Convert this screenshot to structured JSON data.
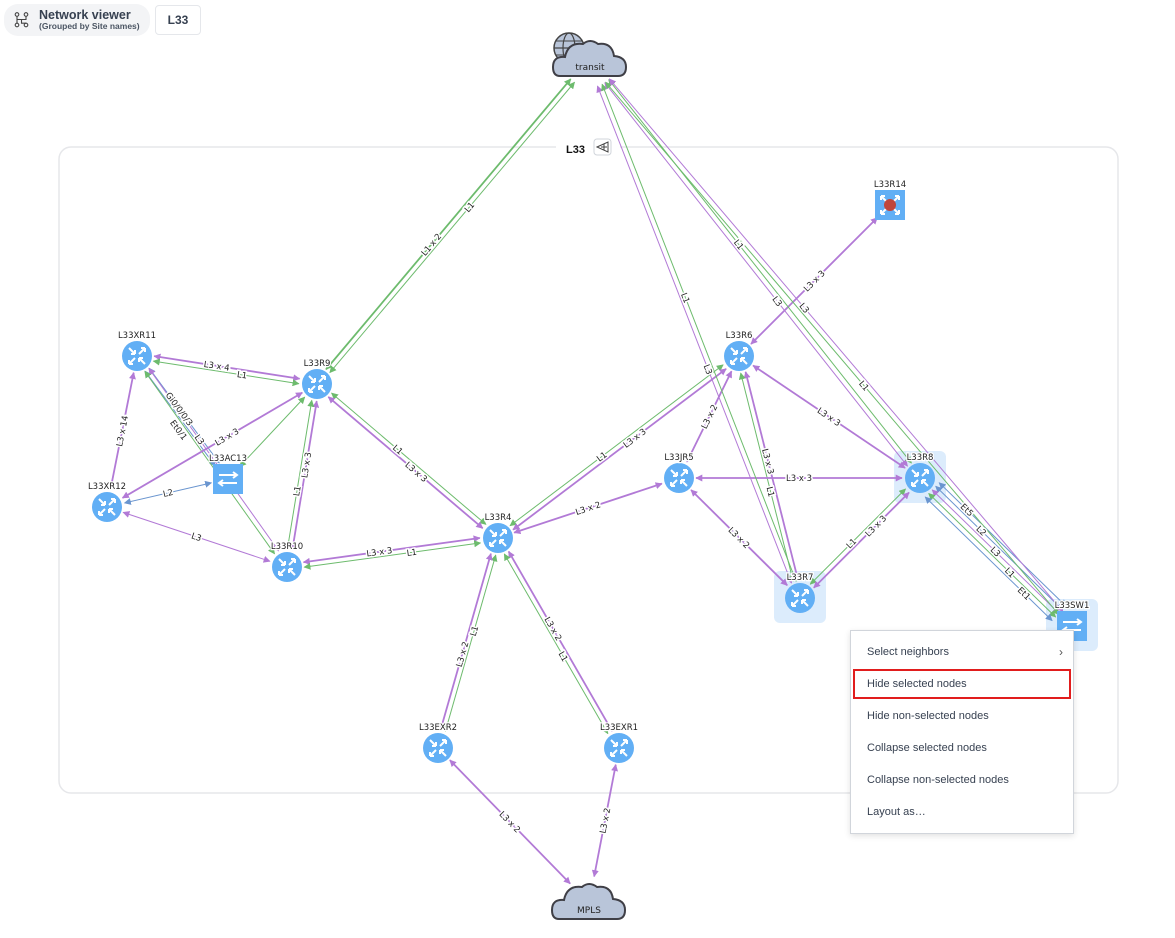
{
  "header": {
    "title": "Network viewer",
    "subtitle": "(Grouped by Site names)",
    "site_chip": "L33",
    "icon": "network-topology-icon"
  },
  "colors": {
    "l1": "#6dbb6d",
    "l3": "#b27ad6",
    "l2": "#6a95cf",
    "node": "#62aff5",
    "selected_bg": "#dcecfc",
    "cloud": "#b9c5d9",
    "menu_highlight": "#e11d1d"
  },
  "group": {
    "label": "L33",
    "icon": "collapse-group-icon"
  },
  "nodes": [
    {
      "id": "transit",
      "label": "transit",
      "type": "cloud-internet"
    },
    {
      "id": "MPLS",
      "label": "MPLS",
      "type": "cloud"
    },
    {
      "id": "L33XR11",
      "label": "L33XR11",
      "type": "router"
    },
    {
      "id": "L33R9",
      "label": "L33R9",
      "type": "router"
    },
    {
      "id": "L33XR12",
      "label": "L33XR12",
      "type": "router"
    },
    {
      "id": "L33AC13",
      "label": "L33AC13",
      "type": "switch"
    },
    {
      "id": "L33R10",
      "label": "L33R10",
      "type": "router"
    },
    {
      "id": "L33R4",
      "label": "L33R4",
      "type": "router"
    },
    {
      "id": "L33EXR2",
      "label": "L33EXR2",
      "type": "router"
    },
    {
      "id": "L33EXR1",
      "label": "L33EXR1",
      "type": "router"
    },
    {
      "id": "L33R6",
      "label": "L33R6",
      "type": "router"
    },
    {
      "id": "L33JR5",
      "label": "L33JR5",
      "type": "router"
    },
    {
      "id": "L33R8",
      "label": "L33R8",
      "type": "router",
      "selected": true
    },
    {
      "id": "L33R7",
      "label": "L33R7",
      "type": "router",
      "selected": true
    },
    {
      "id": "L33SW1",
      "label": "L33SW1",
      "type": "switch",
      "selected": true
    },
    {
      "id": "L33R14",
      "label": "L33R14",
      "type": "router-alert"
    }
  ],
  "edges": [
    {
      "from": "L33R9",
      "to": "transit",
      "label": "L1 x 2",
      "kind": "l1"
    },
    {
      "from": "L33R9",
      "to": "transit",
      "label": "L1",
      "kind": "l1"
    },
    {
      "from": "L33XR11",
      "to": "L33R9",
      "label": "L3 x 4",
      "kind": "l3"
    },
    {
      "from": "L33XR11",
      "to": "L33R9",
      "label": "L1",
      "kind": "l1"
    },
    {
      "from": "L33XR11",
      "to": "L33XR12",
      "label": "L3 x 14",
      "kind": "l3"
    },
    {
      "from": "L33XR11",
      "to": "L33AC13",
      "label": "Gi0/0/0/3",
      "kind": "l2"
    },
    {
      "from": "L33XR11",
      "to": "L33AC13",
      "label": "Et0/1",
      "kind": "l2"
    },
    {
      "from": "L33XR11",
      "to": "L33R10",
      "label": "L3",
      "kind": "l3"
    },
    {
      "from": "L33XR11",
      "to": "L33R10",
      "label": "L1",
      "kind": "l1"
    },
    {
      "from": "L33R9",
      "to": "L33XR12",
      "label": "L3 x 3",
      "kind": "l3"
    },
    {
      "from": "L33AC13",
      "to": "L33XR12",
      "label": "L2",
      "kind": "l2"
    },
    {
      "from": "L33AC13",
      "to": "L33R9",
      "label": "",
      "kind": "l1"
    },
    {
      "from": "L33R9",
      "to": "L33R10",
      "label": "L3 x 3",
      "kind": "l3"
    },
    {
      "from": "L33R9",
      "to": "L33R10",
      "label": "L1",
      "kind": "l1"
    },
    {
      "from": "L33XR12",
      "to": "L33R10",
      "label": "L3",
      "kind": "l3"
    },
    {
      "from": "L33R9",
      "to": "L33R4",
      "label": "L1",
      "kind": "l1"
    },
    {
      "from": "L33R9",
      "to": "L33R4",
      "label": "L3 x 3",
      "kind": "l3"
    },
    {
      "from": "L33R10",
      "to": "L33R4",
      "label": "L3 x 3",
      "kind": "l3"
    },
    {
      "from": "L33R10",
      "to": "L33R4",
      "label": "L1",
      "kind": "l1"
    },
    {
      "from": "L33R4",
      "to": "L33R6",
      "label": "L1",
      "kind": "l1"
    },
    {
      "from": "L33R4",
      "to": "L33R6",
      "label": "L3 x 3",
      "kind": "l3"
    },
    {
      "from": "L33R4",
      "to": "L33JR5",
      "label": "L3 x 2",
      "kind": "l3"
    },
    {
      "from": "L33R4",
      "to": "L33EXR2",
      "label": "L1",
      "kind": "l1"
    },
    {
      "from": "L33R4",
      "to": "L33EXR2",
      "label": "L3 x 2",
      "kind": "l3"
    },
    {
      "from": "L33R4",
      "to": "L33EXR1",
      "label": "L3 x 2",
      "kind": "l3"
    },
    {
      "from": "L33R4",
      "to": "L33EXR1",
      "label": "L1",
      "kind": "l1"
    },
    {
      "from": "L33EXR2",
      "to": "MPLS",
      "label": "L3 x 2",
      "kind": "l3"
    },
    {
      "from": "L33EXR1",
      "to": "MPLS",
      "label": "L3 x 2",
      "kind": "l3"
    },
    {
      "from": "L33R6",
      "to": "L33JR5",
      "label": "L3 x 2",
      "kind": "l3"
    },
    {
      "from": "L33R6",
      "to": "L33R14",
      "label": "L3 x 3",
      "kind": "l3"
    },
    {
      "from": "L33R6",
      "to": "L33R8",
      "label": "L3 x 3",
      "kind": "l3"
    },
    {
      "from": "L33R6",
      "to": "L33R7",
      "label": "L3 x 3",
      "kind": "l3"
    },
    {
      "from": "L33R6",
      "to": "L33R7",
      "label": "L1",
      "kind": "l1"
    },
    {
      "from": "L33JR5",
      "to": "L33R8",
      "label": "L3 x 3",
      "kind": "l3"
    },
    {
      "from": "L33JR5",
      "to": "L33R7",
      "label": "L3 x 2",
      "kind": "l3"
    },
    {
      "from": "L33R7",
      "to": "L33R8",
      "label": "L1",
      "kind": "l1"
    },
    {
      "from": "L33R7",
      "to": "L33R8",
      "label": "L3 x 3",
      "kind": "l3"
    },
    {
      "from": "L33R8",
      "to": "L33SW1",
      "label": "Et5",
      "kind": "l2"
    },
    {
      "from": "L33R8",
      "to": "L33SW1",
      "label": "L2",
      "kind": "l2"
    },
    {
      "from": "L33R8",
      "to": "L33SW1",
      "label": "L3",
      "kind": "l3"
    },
    {
      "from": "L33R8",
      "to": "L33SW1",
      "label": "L1",
      "kind": "l1"
    },
    {
      "from": "L33R8",
      "to": "L33SW1",
      "label": "Et1",
      "kind": "l2"
    },
    {
      "from": "L33R7",
      "to": "transit",
      "label": "L3",
      "kind": "l3"
    },
    {
      "from": "L33R7",
      "to": "transit",
      "label": "L1",
      "kind": "l1"
    },
    {
      "from": "L33R8",
      "to": "transit",
      "label": "L3",
      "kind": "l3"
    },
    {
      "from": "L33R8",
      "to": "transit",
      "label": "L1",
      "kind": "l1"
    },
    {
      "from": "L33SW1",
      "to": "transit",
      "label": "L1",
      "kind": "l1"
    },
    {
      "from": "L33SW1",
      "to": "transit",
      "label": "L3",
      "kind": "l3"
    }
  ],
  "context_menu": {
    "items": [
      {
        "label": "Select neighbors",
        "submenu": true
      },
      {
        "label": "Hide selected nodes",
        "highlighted": true
      },
      {
        "label": "Hide non-selected nodes"
      },
      {
        "label": "Collapse selected nodes"
      },
      {
        "label": "Collapse non-selected nodes"
      },
      {
        "label": "Layout as…"
      }
    ]
  }
}
